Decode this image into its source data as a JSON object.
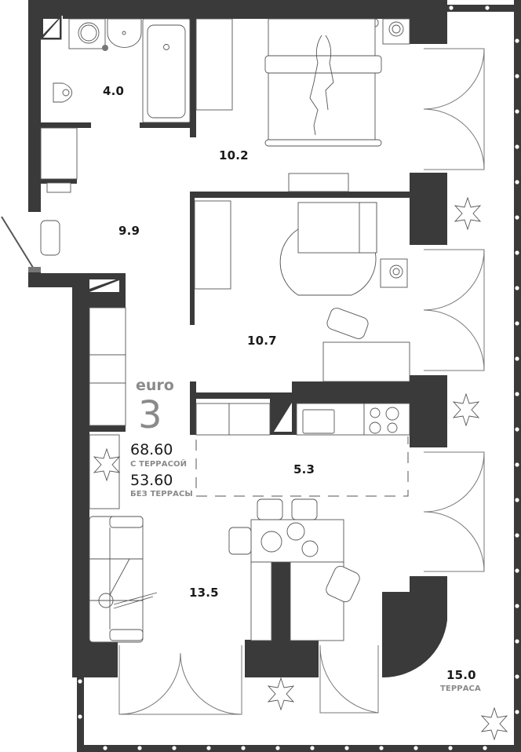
{
  "plan": {
    "type_prefix": "euro",
    "rooms_count": "3",
    "area_with_terrace": "68.60",
    "area_with_terrace_label": "С ТЕРРАСОЙ",
    "area_without_terrace": "53.60",
    "area_without_terrace_label": "БЕЗ ТЕРРАСЫ",
    "colors": {
      "wall": "#3a3a3a",
      "line": "#555555",
      "label_gray": "#8a8a8a",
      "text": "#1a1a1a"
    }
  },
  "rooms": [
    {
      "id": "bathroom",
      "area": "4.0"
    },
    {
      "id": "bedroom-main",
      "area": "10.2"
    },
    {
      "id": "hallway",
      "area": "9.9"
    },
    {
      "id": "bedroom-second",
      "area": "10.7"
    },
    {
      "id": "kitchen",
      "area": "5.3"
    },
    {
      "id": "living-room",
      "area": "13.5"
    },
    {
      "id": "terrace",
      "area": "15.0",
      "label": "ТЕРРАСА"
    }
  ]
}
